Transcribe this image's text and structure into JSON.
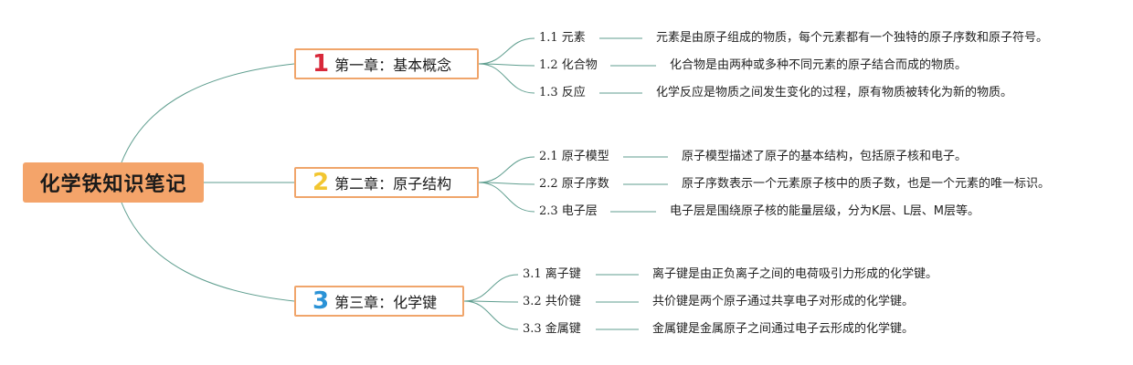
{
  "root": {
    "title": "化学铁知识笔记",
    "color": "#f4a46a"
  },
  "connector_color": "#5f9e8f",
  "chapters": [
    {
      "num": "1",
      "num_color": "#d8283a",
      "title": "第一章：基本概念",
      "items": [
        {
          "label": "1.1 元素",
          "desc": "元素是由原子组成的物质，每个元素都有一个独特的原子序数和原子符号。"
        },
        {
          "label": "1.2 化合物",
          "desc": "化合物是由两种或多种不同元素的原子结合而成的物质。"
        },
        {
          "label": "1.3 反应",
          "desc": "化学反应是物质之间发生变化的过程，原有物质被转化为新的物质。"
        }
      ]
    },
    {
      "num": "2",
      "num_color": "#f2c631",
      "title": "第二章：原子结构",
      "items": [
        {
          "label": "2.1 原子模型",
          "desc": "原子模型描述了原子的基本结构，包括原子核和电子。"
        },
        {
          "label": "2.2 原子序数",
          "desc": "原子序数表示一个元素原子核中的质子数，也是一个元素的唯一标识。"
        },
        {
          "label": "2.3 电子层",
          "desc": "电子层是围绕原子核的能量层级，分为K层、L层、M层等。"
        }
      ]
    },
    {
      "num": "3",
      "num_color": "#2a92d6",
      "title": "第三章：化学键",
      "items": [
        {
          "label": "3.1 离子键",
          "desc": "离子键是由正负离子之间的电荷吸引力形成的化学键。"
        },
        {
          "label": "3.2 共价键",
          "desc": "共价键是两个原子通过共享电子对形成的化学键。"
        },
        {
          "label": "3.3 金属键",
          "desc": "金属键是金属原子之间通过电子云形成的化学键。"
        }
      ]
    }
  ]
}
